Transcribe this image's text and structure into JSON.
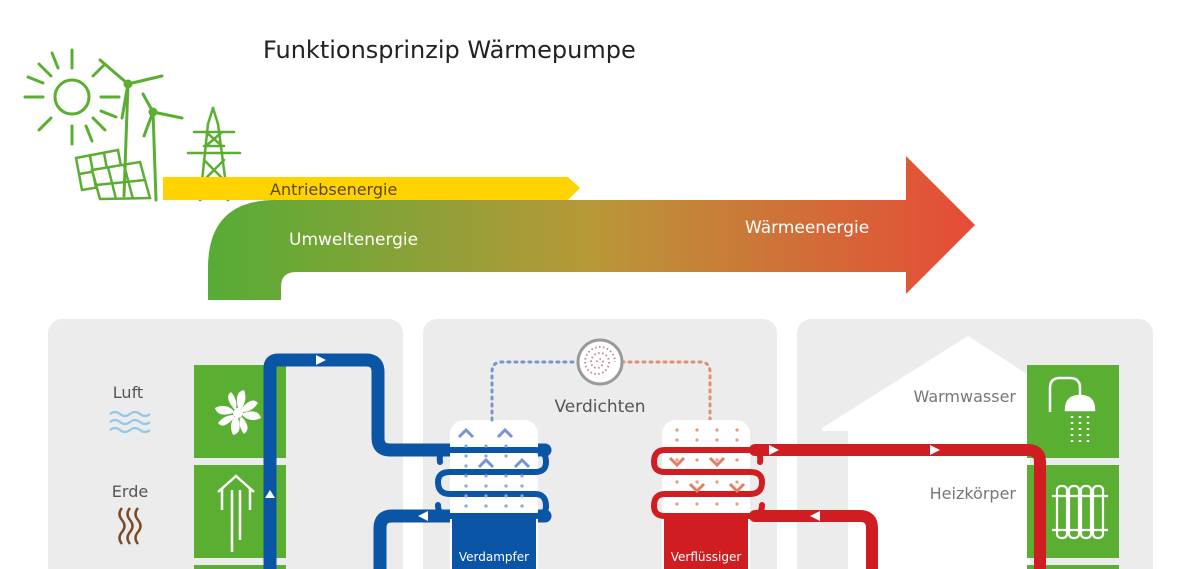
{
  "title": "Funktionsprinzip Wärmepumpe",
  "arrow": {
    "drive_energy": "Antriebsenergie",
    "environment_energy": "Umweltenergie",
    "heat_energy": "Wärmeenergie"
  },
  "sources": {
    "air": "Luft",
    "ground": "Erde"
  },
  "heatpump": {
    "compress": "Verdichten",
    "evaporator": "Verdampfer",
    "condenser": "Verflüssiger"
  },
  "consumers": {
    "hot_water": "Warmwasser",
    "radiator": "Heizkörper"
  },
  "colors": {
    "green": "#5aae32",
    "yellow": "#ffd200",
    "red_arrow": "#e04b3b",
    "blue_pipe": "#0b55a6",
    "red_pipe": "#d01d21",
    "panel_grey": "#ececec"
  }
}
